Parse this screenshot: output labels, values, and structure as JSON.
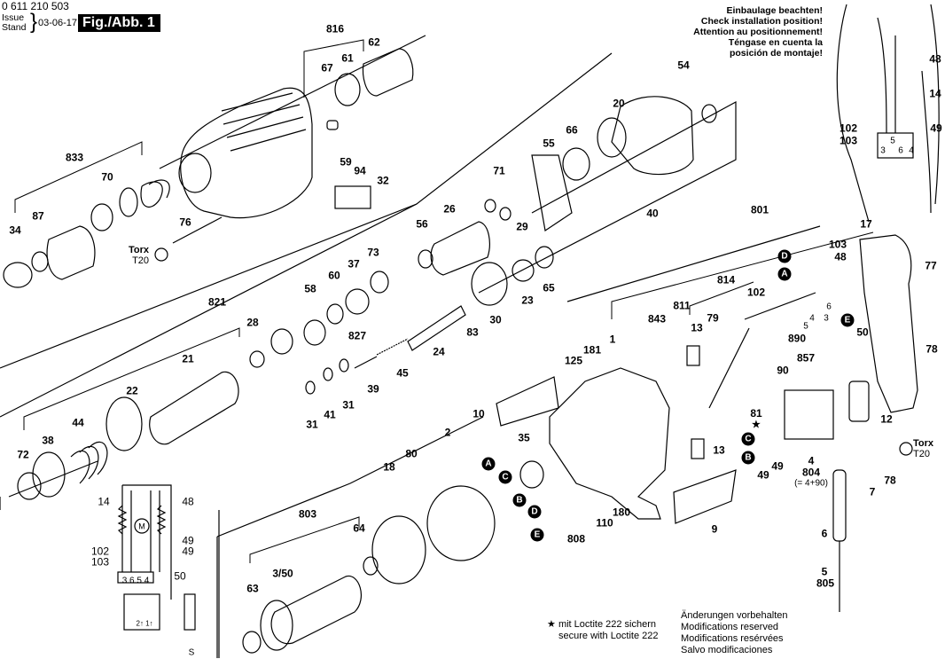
{
  "header": {
    "document_number": "0 611 210 503",
    "issue_label": "Issue",
    "stand_label": "Stand",
    "issue_date": "03-06-17",
    "figure_label": "Fig./Abb. 1"
  },
  "installation_warning": {
    "lines": [
      "Einbaulage beachten!",
      "Check installation position!",
      "Attention au positionnement!",
      "Téngase en cuenta la",
      "posición de montaje!"
    ]
  },
  "footer": {
    "loctite_note": [
      "mit Loctite 222 sichern",
      "secure with Loctite 222"
    ],
    "loctite_symbol": "★",
    "modifications": [
      "Änderungen vorbehalten",
      "Modifications reserved",
      "Modifications resérvées",
      "Salvo modificaciones"
    ]
  },
  "torx_callouts": [
    {
      "name": "Torx",
      "size": "T20"
    },
    {
      "name": "Torx",
      "size": "T20"
    }
  ],
  "connector_markers": [
    "A",
    "B",
    "C",
    "D",
    "E"
  ],
  "part_labels": {
    "p816": "816",
    "p62": "62",
    "p61": "61",
    "p67": "67",
    "p833": "833",
    "p70": "70",
    "p34": "34",
    "p87": "87",
    "p59": "59",
    "p94": "94",
    "p32": "32",
    "p76": "76",
    "p54": "54",
    "p20": "20",
    "p66": "66",
    "p55": "55",
    "p71": "71",
    "p26": "26",
    "p29": "29",
    "p40": "40",
    "p56": "56",
    "p73": "73",
    "p37": "37",
    "p60": "60",
    "p58": "58",
    "p821": "821",
    "p28": "28",
    "p827": "827",
    "p21": "21",
    "p22": "22",
    "p44": "44",
    "p38": "38",
    "p72": "72",
    "p45": "45",
    "p39": "39",
    "p24": "24",
    "p83": "83",
    "p30": "30",
    "p23": "23",
    "p65": "65",
    "p31a": "31",
    "p41": "41",
    "p31b": "31",
    "p801": "801",
    "p17": "17",
    "p77": "77",
    "p103": "103",
    "p48": "48",
    "p814": "814",
    "p102": "102",
    "p811": "811",
    "p79": "79",
    "p13a": "13",
    "p843": "843",
    "p1": "1",
    "p181": "181",
    "p125": "125",
    "p10": "10",
    "p890": "890",
    "p857": "857",
    "p90": "90",
    "p50": "50",
    "p78a": "78",
    "p12": "12",
    "p81": "81",
    "p13b": "13",
    "p49a": "49",
    "p49b": "49",
    "p4": "4",
    "p804": "804",
    "p804note": "(= 4+90)",
    "p7": "7",
    "p78b": "78",
    "p6": "6",
    "p5": "5",
    "p805": "805",
    "p2": "2",
    "p35": "35",
    "p80": "80",
    "p18": "18",
    "p803": "803",
    "p64": "64",
    "p350": "3/50",
    "p63": "63",
    "p808": "808",
    "p110": "110",
    "p180": "180",
    "p9": "9",
    "t6": "6",
    "t4": "4",
    "t3": "3",
    "t5": "5"
  },
  "inset_wiring": {
    "labels": {
      "l48": "48",
      "l14": "14",
      "l102": "102",
      "l103": "103",
      "l49": "49",
      "t3": "3",
      "t6": "6",
      "t4": "4",
      "t5": "5"
    }
  },
  "schematic": {
    "labels": {
      "l14": "14",
      "l48": "48",
      "l49a": "49",
      "l49b": "49",
      "l102": "102",
      "l103": "103",
      "l50": "50",
      "terminals": "3 6 5 4",
      "motor": "M",
      "switch_terms": "2↑ 1↑",
      "plug": "S"
    }
  }
}
